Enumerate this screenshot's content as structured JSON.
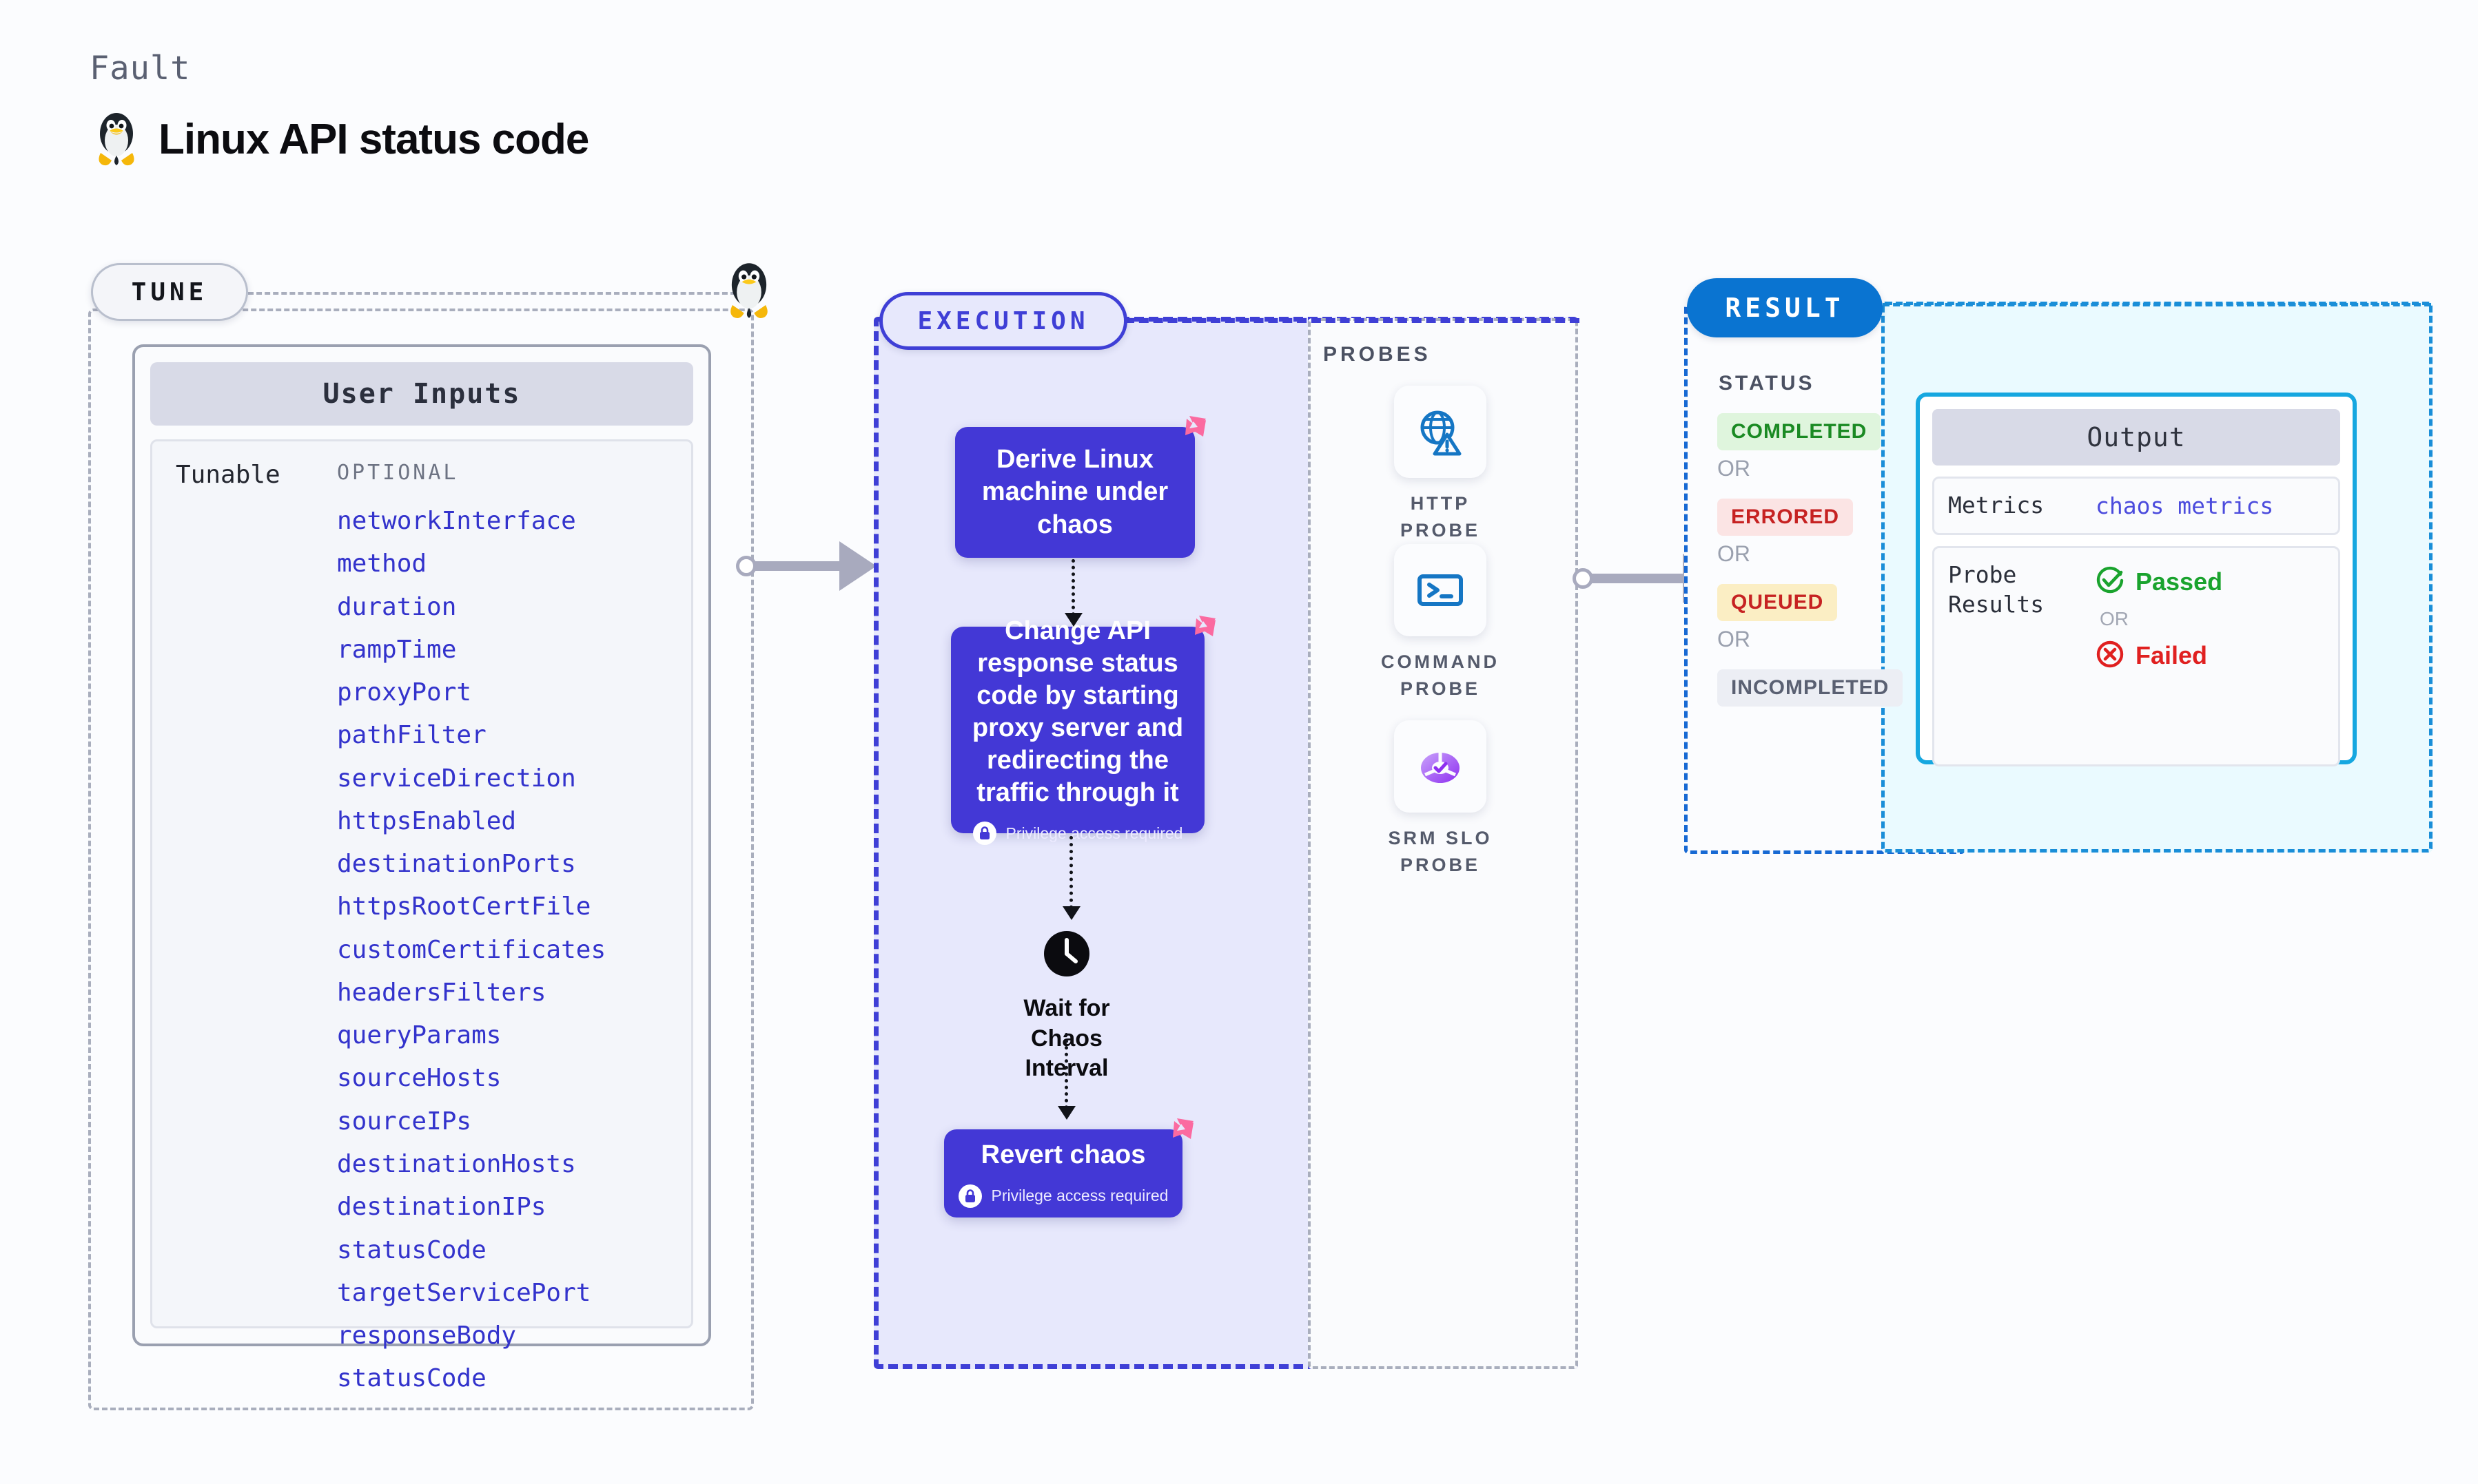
{
  "header": {
    "eyebrow": "Fault",
    "title": "Linux API status code",
    "os_icon": "linux-penguin-icon"
  },
  "tune": {
    "pill_label": "TUNE",
    "card_title": "User Inputs",
    "row_label": "Tunable",
    "group_label": "OPTIONAL",
    "params": [
      "networkInterface",
      "method",
      "duration",
      "rampTime",
      "proxyPort",
      "pathFilter",
      "serviceDirection",
      "httpsEnabled",
      "destinationPorts",
      "httpsRootCertFile",
      "customCertificates",
      "headersFilters",
      "queryParams",
      "sourceHosts",
      "sourceIPs",
      "destinationHosts",
      "destinationIPs",
      "statusCode",
      "targetServicePort",
      "responseBody",
      "statusCode"
    ]
  },
  "execution": {
    "pill_label": "EXECUTION",
    "nodes": {
      "derive": {
        "title": "Derive Linux machine under chaos"
      },
      "change": {
        "title": "Change API response status code by starting proxy server and redirecting the traffic through it",
        "privilege": "Privilege access required"
      },
      "wait": {
        "title": "Wait for Chaos Interval",
        "icon": "clock-icon"
      },
      "revert": {
        "title": "Revert chaos",
        "privilege": "Privilege access required"
      }
    }
  },
  "probes": {
    "title": "PROBES",
    "items": [
      {
        "label": "HTTP PROBE",
        "icon": "globe-warning-icon"
      },
      {
        "label": "COMMAND PROBE",
        "icon": "terminal-icon"
      },
      {
        "label": "SRM SLO PROBE",
        "icon": "slo-donut-check-icon"
      }
    ]
  },
  "result": {
    "pill_label": "RESULT",
    "status_title": "STATUS",
    "or_label": "OR",
    "statuses": [
      {
        "label": "COMPLETED",
        "bg": "#dff5dd",
        "fg": "#1a8a23"
      },
      {
        "label": "ERRORED",
        "bg": "#fbe4e4",
        "fg": "#c62222"
      },
      {
        "label": "QUEUED",
        "bg": "#fbeec4",
        "fg": "#c62222"
      },
      {
        "label": "INCOMPLETED",
        "bg": "#eceef4",
        "fg": "#5a6072"
      }
    ]
  },
  "output": {
    "title": "Output",
    "metrics_key": "Metrics",
    "metrics_value": "chaos metrics",
    "probe_key": "Probe Results",
    "passed_label": "Passed",
    "failed_label": "Failed",
    "or_label": "OR"
  },
  "colors": {
    "node_purple": "#4338d6",
    "exec_bg": "#e7e8fc",
    "result_blue": "#0a74d1",
    "output_cyan": "#16a7e0",
    "param_blue": "#3333cc",
    "badge_pink": "#fb6aa0"
  }
}
